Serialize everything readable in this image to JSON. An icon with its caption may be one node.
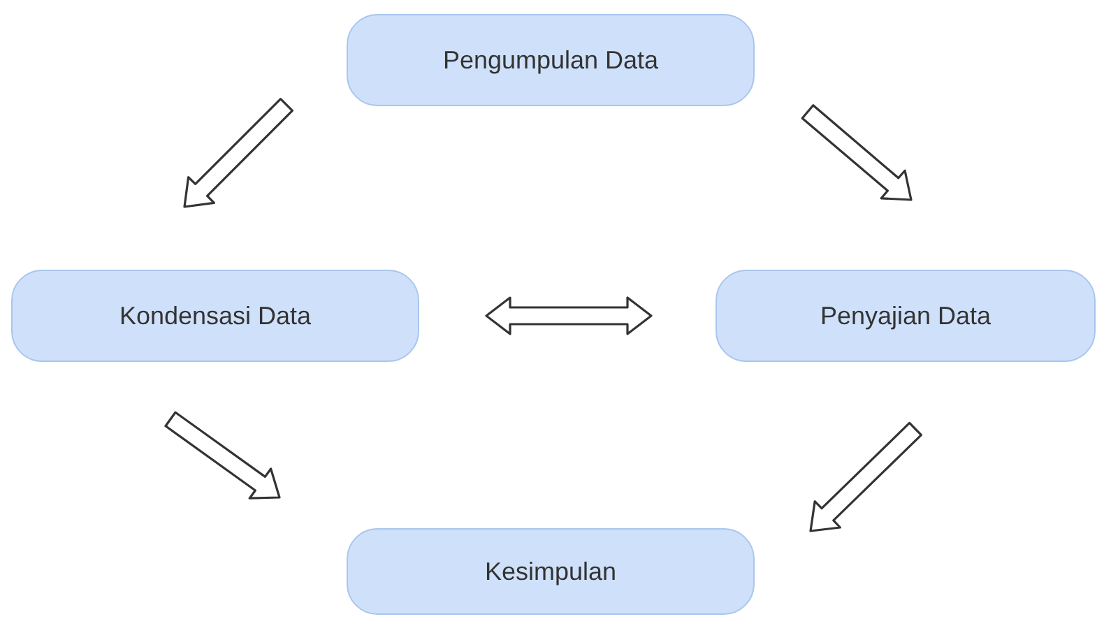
{
  "diagram": {
    "nodes": [
      {
        "text": [
          "Pengumpulan Data"
        ]
      },
      {
        "text": [
          "Kondensasi Data"
        ]
      },
      {
        "text": [
          "Penyajian Data"
        ]
      },
      {
        "text": [
          "Kesimpulan"
        ]
      }
    ],
    "edges": [
      {
        "from": 0,
        "to": 1,
        "arrow": "to"
      },
      {
        "from": 0,
        "to": 2,
        "arrow": "to"
      },
      {
        "from": 1,
        "to": 2,
        "arrow": "both"
      },
      {
        "from": 1,
        "to": 3,
        "arrow": "to"
      },
      {
        "from": 2,
        "to": 3,
        "arrow": "to"
      }
    ]
  }
}
